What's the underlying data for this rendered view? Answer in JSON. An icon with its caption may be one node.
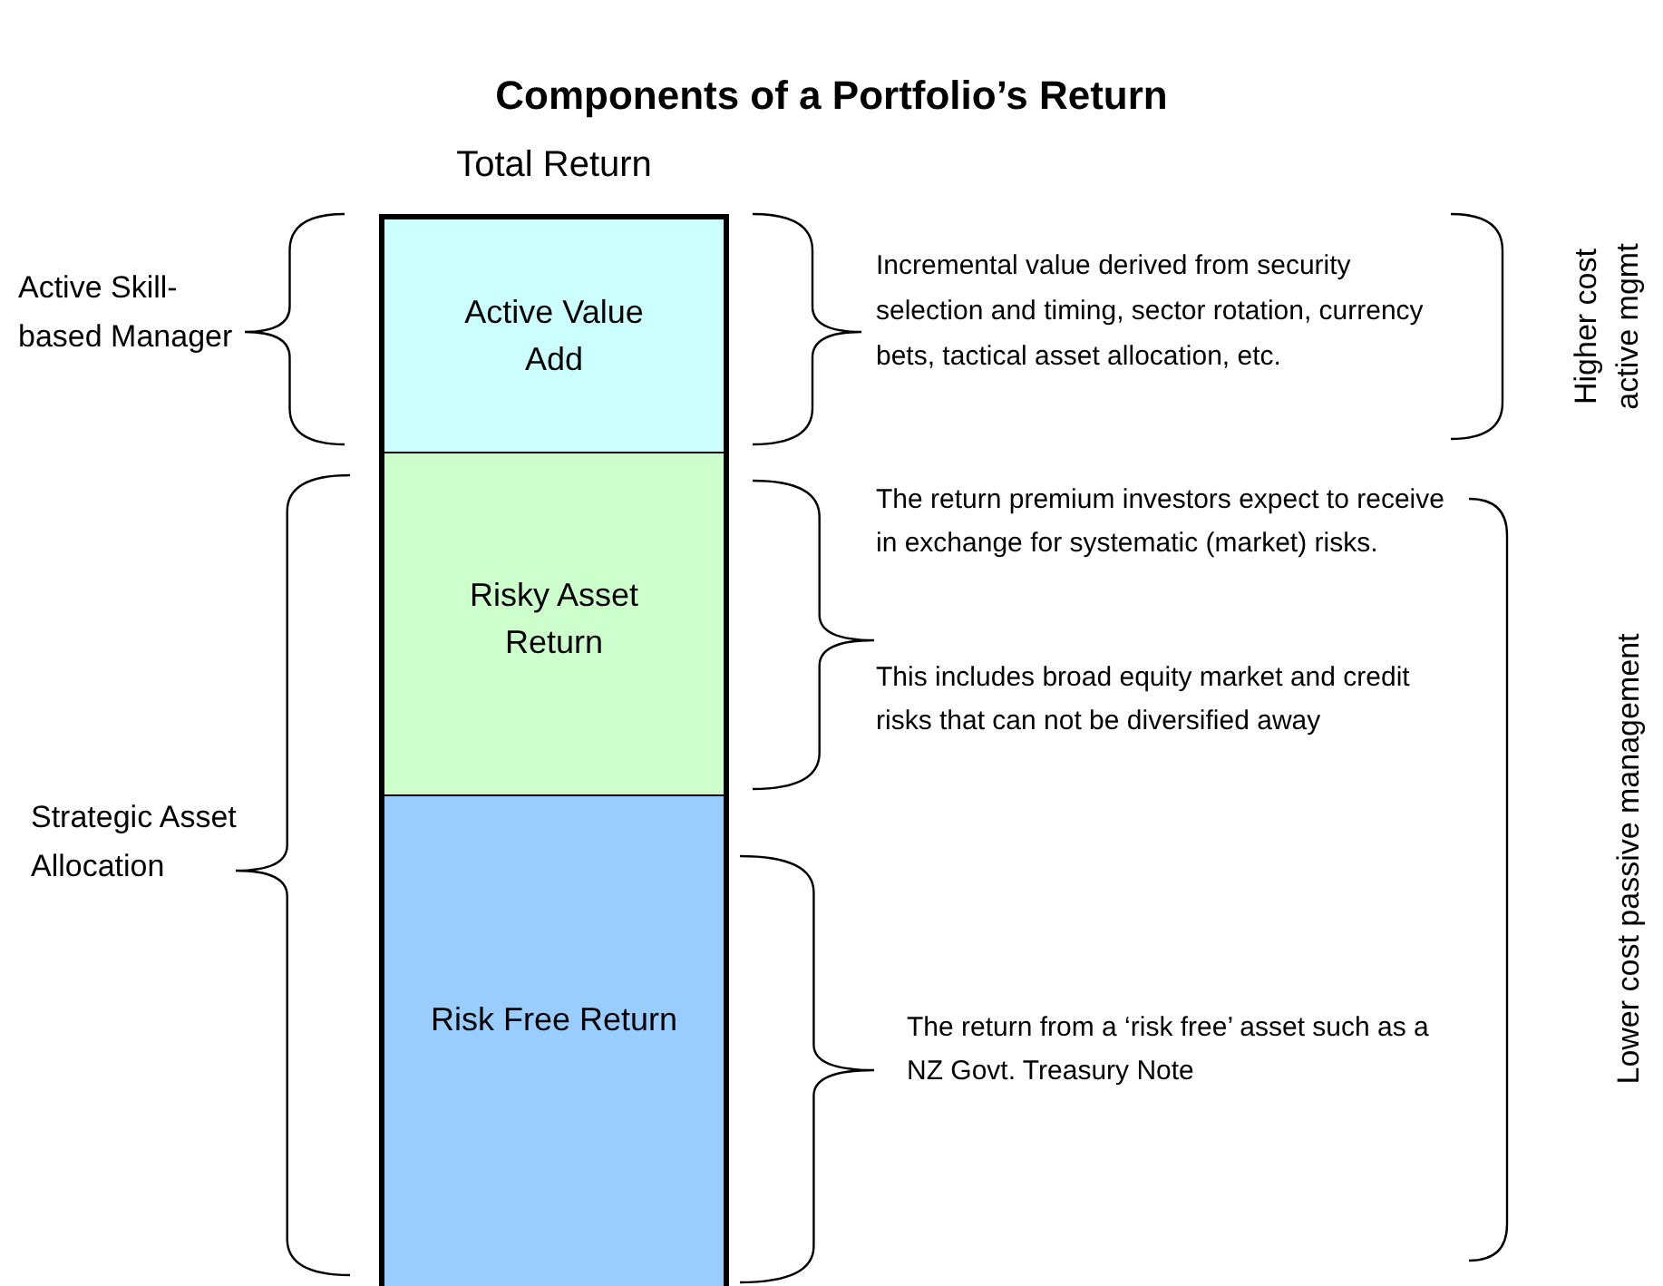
{
  "diagram": {
    "title": "Components of a Portfolio’s Return",
    "nodes": [
      {
        "text": [
          "Total Return"
        ]
      },
      {
        "text": [
          "Active Value Add"
        ],
        "in": 0
      },
      {
        "text": [
          "Risky Asset Return"
        ],
        "in": 0
      },
      {
        "text": [
          "Risk Free Return"
        ],
        "in": 0
      }
    ],
    "edges": [],
    "labels": [
      "Active Skill-based Manager",
      "Incremental value derived from security selection and timing, sector rotation, currency bets, tactical asset allocation, etc.",
      "Higher cost active mgmt",
      "The return premium investors expect to receive in exchange for systematic (market) risks.",
      "This includes broad equity market and credit risks that can not be diversified away",
      "Strategic Asset Allocation",
      "The return from a ‘risk free’ asset such as a NZ Govt. Treasury Note",
      "Lower cost passive management"
    ]
  }
}
